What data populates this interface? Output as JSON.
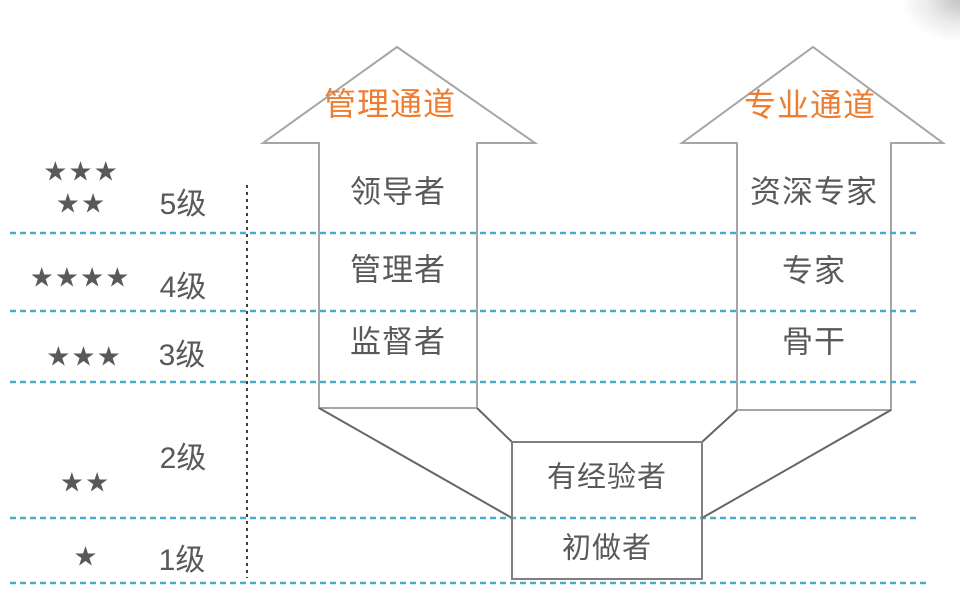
{
  "colors": {
    "accent_orange": "#ED7D31",
    "text_gray": "#595959",
    "divider_teal": "#4BACC6",
    "arrow_outline": "#A6A6A6",
    "connector_gray": "#666666",
    "box_border": "#808080",
    "axis_dotted": "#404040"
  },
  "channels": {
    "management": {
      "title": "管理通道",
      "roles": [
        "领导者",
        "管理者",
        "监督者"
      ]
    },
    "professional": {
      "title": "专业通道",
      "roles": [
        "资深专家",
        "专家",
        "骨干"
      ]
    }
  },
  "shared_stages": {
    "experienced": "有经验者",
    "beginner": "初做者"
  },
  "levels": [
    {
      "label": "5级",
      "stars": 5,
      "star_rows": [
        "★★★",
        "★★"
      ]
    },
    {
      "label": "4级",
      "stars": 4,
      "star_rows": [
        "★★★★"
      ]
    },
    {
      "label": "3级",
      "stars": 3,
      "star_rows": [
        "★★★"
      ]
    },
    {
      "label": "2级",
      "stars": 2,
      "star_rows": [
        "★★"
      ]
    },
    {
      "label": "1级",
      "stars": 1,
      "star_rows": [
        "★"
      ]
    }
  ]
}
